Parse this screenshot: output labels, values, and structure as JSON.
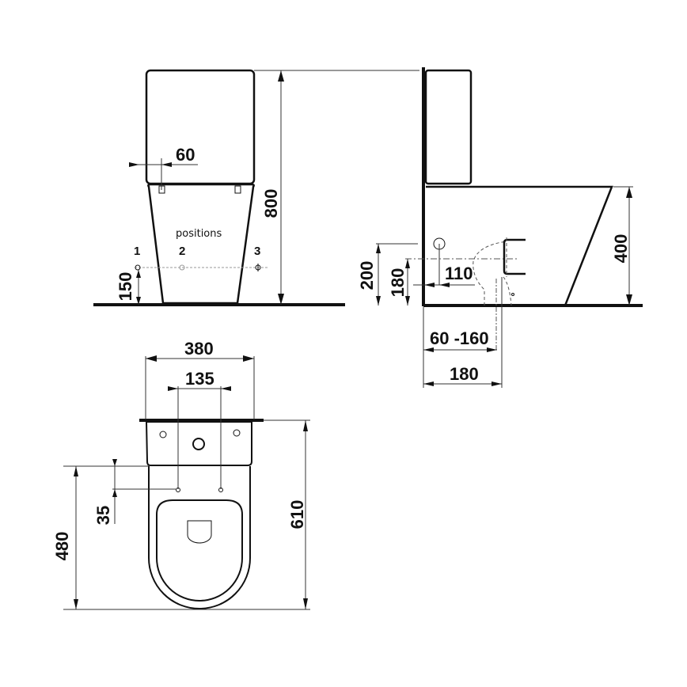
{
  "drawing": {
    "front_view": {
      "total_height": "800",
      "tank_offset": "60",
      "inlet_height": "150",
      "positions_label": "positions",
      "positions": [
        "1",
        "2",
        "3"
      ]
    },
    "side_view": {
      "seat_height": "400",
      "inlet_height": "200",
      "outlet_height": "180",
      "inlet_offset": "110",
      "outlet_range": "60 -160",
      "outlet_distance": "180"
    },
    "top_view": {
      "width": "380",
      "hole_spacing": "135",
      "hole_offset": "35",
      "bowl_length": "480",
      "total_depth": "610"
    }
  },
  "colors": {
    "line": "#111111",
    "dim_line": "#333333",
    "hidden": "#555555"
  }
}
